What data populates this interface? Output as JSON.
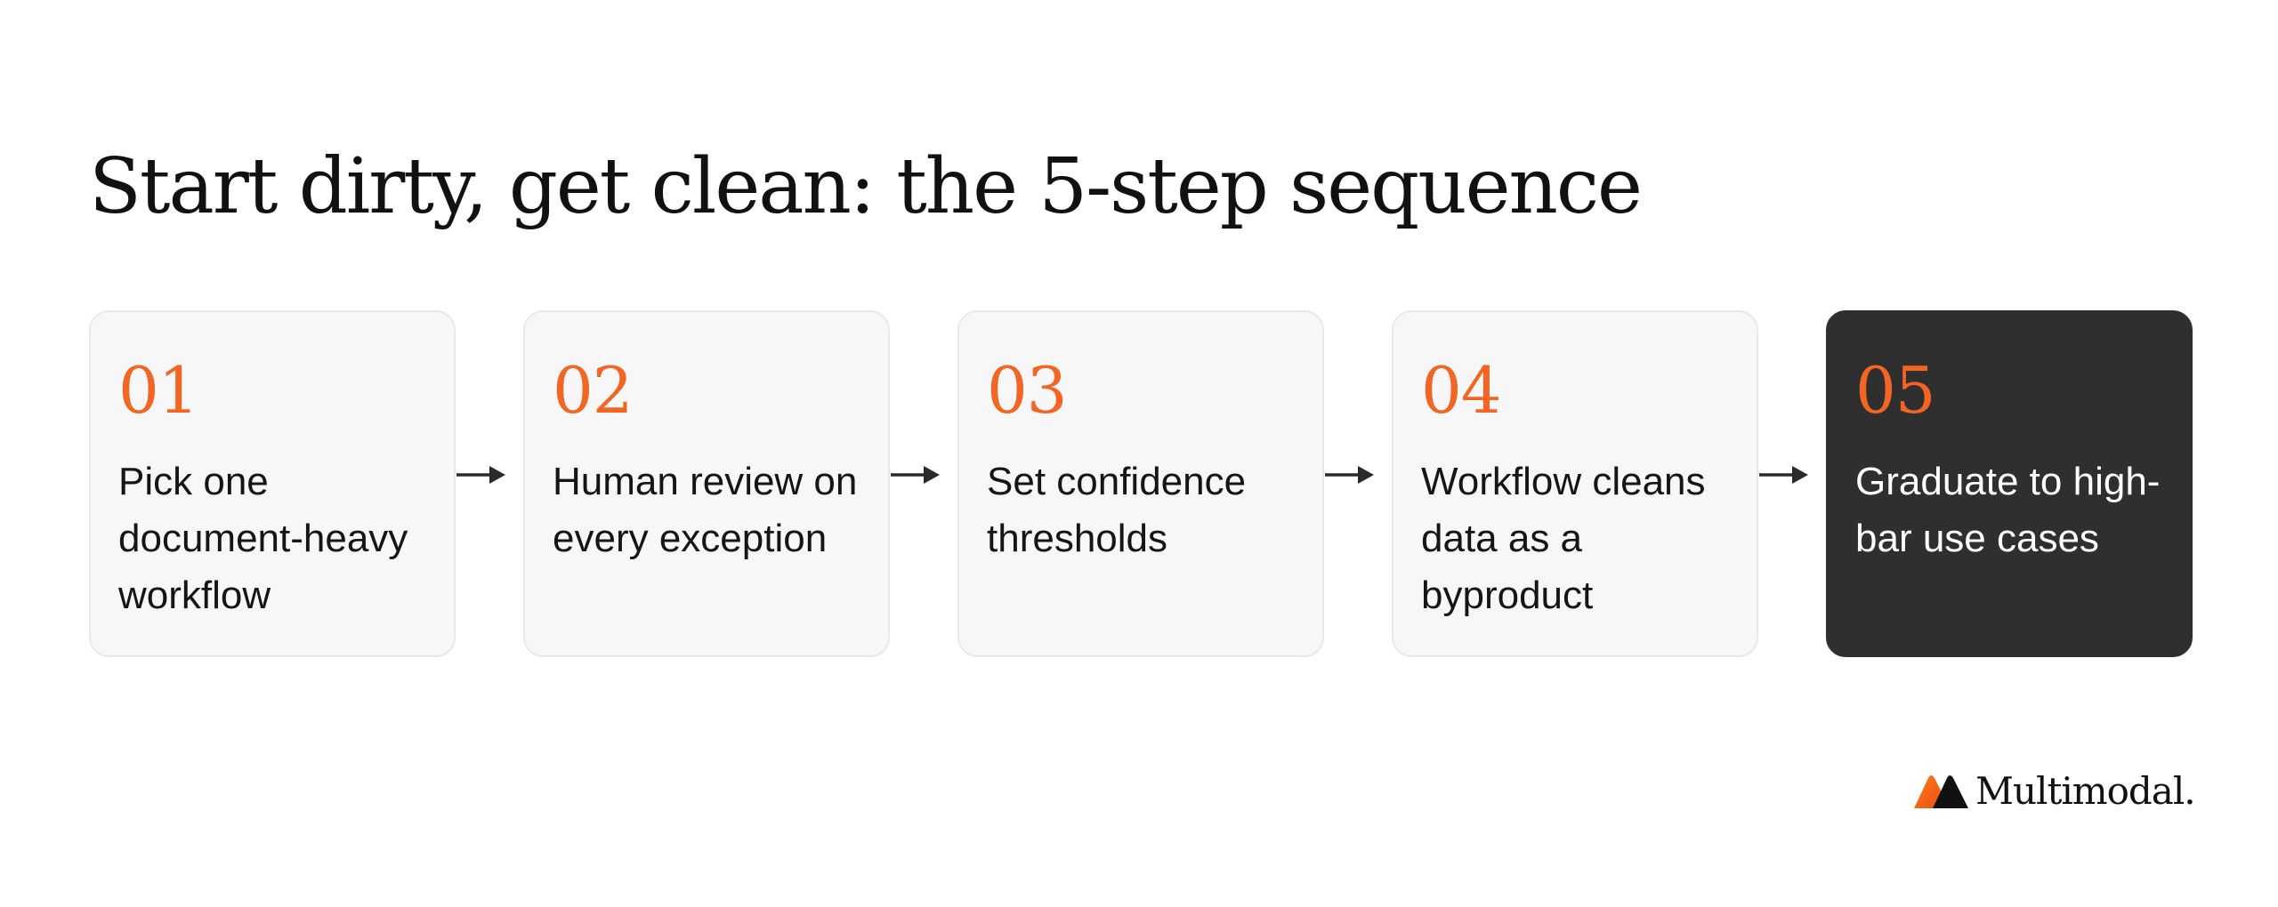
{
  "title": "Start dirty, get clean: the 5-step sequence",
  "steps": [
    {
      "number": "01",
      "label": "Pick one document-heavy workflow"
    },
    {
      "number": "02",
      "label": "Human review on every exception"
    },
    {
      "number": "03",
      "label": "Set confidence thresholds"
    },
    {
      "number": "04",
      "label": "Workflow cleans data as a byproduct"
    },
    {
      "number": "05",
      "label": "Graduate to high-bar use cases",
      "highlighted": true
    }
  ],
  "brand": {
    "name": "Multimodal.",
    "logo_icon": "multimodal-logo-icon"
  },
  "colors": {
    "accent": "#f26522",
    "card_background": "#f7f7f7",
    "card_border": "#e8e8e8",
    "highlight_card_background": "#2f2f2f",
    "text": "#151515",
    "arrow": "#2a2a2a"
  }
}
